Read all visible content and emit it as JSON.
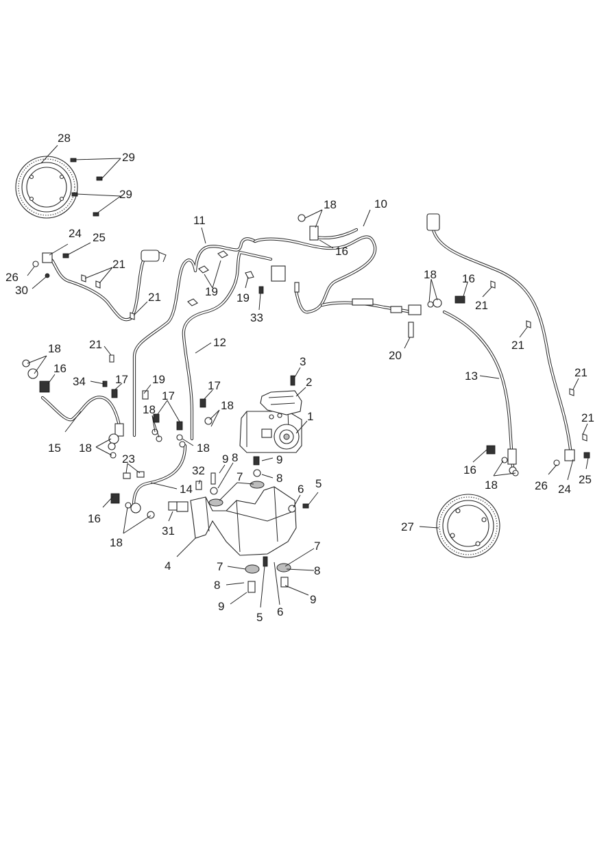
{
  "diagram": {
    "callouts": [
      {
        "id": "c28",
        "text": "28"
      },
      {
        "id": "c29a",
        "text": "29"
      },
      {
        "id": "c29b",
        "text": "29"
      },
      {
        "id": "c24a",
        "text": "24"
      },
      {
        "id": "c25a",
        "text": "25"
      },
      {
        "id": "c26a",
        "text": "26"
      },
      {
        "id": "c30",
        "text": "30"
      },
      {
        "id": "c21a",
        "text": "21"
      },
      {
        "id": "c21b",
        "text": "21"
      },
      {
        "id": "c11",
        "text": "11"
      },
      {
        "id": "c19a",
        "text": "19"
      },
      {
        "id": "c19b",
        "text": "19"
      },
      {
        "id": "c33",
        "text": "33"
      },
      {
        "id": "c18a",
        "text": "18"
      },
      {
        "id": "c10",
        "text": "10"
      },
      {
        "id": "c16a",
        "text": "16"
      },
      {
        "id": "c18b",
        "text": "18"
      },
      {
        "id": "c16b",
        "text": "16"
      },
      {
        "id": "c21c",
        "text": "21"
      },
      {
        "id": "c21d",
        "text": "21"
      },
      {
        "id": "c20",
        "text": "20"
      },
      {
        "id": "c12",
        "text": "12"
      },
      {
        "id": "c21e",
        "text": "21"
      },
      {
        "id": "c18c",
        "text": "18"
      },
      {
        "id": "c16c",
        "text": "16"
      },
      {
        "id": "c34",
        "text": "34"
      },
      {
        "id": "c17a",
        "text": "17"
      },
      {
        "id": "c19c",
        "text": "19"
      },
      {
        "id": "c17b",
        "text": "17"
      },
      {
        "id": "c17c",
        "text": "17"
      },
      {
        "id": "c18d",
        "text": "18"
      },
      {
        "id": "c18e",
        "text": "18"
      },
      {
        "id": "c3",
        "text": "3"
      },
      {
        "id": "c2",
        "text": "2"
      },
      {
        "id": "c1",
        "text": "1"
      },
      {
        "id": "c13",
        "text": "13"
      },
      {
        "id": "c21f",
        "text": "21"
      },
      {
        "id": "c21g",
        "text": "21"
      },
      {
        "id": "c15",
        "text": "15"
      },
      {
        "id": "c18f",
        "text": "18"
      },
      {
        "id": "c18g",
        "text": "18"
      },
      {
        "id": "c23",
        "text": "23"
      },
      {
        "id": "c9a",
        "text": "9"
      },
      {
        "id": "c8a",
        "text": "8"
      },
      {
        "id": "c9b",
        "text": "9"
      },
      {
        "id": "c8b",
        "text": "8"
      },
      {
        "id": "c32",
        "text": "32"
      },
      {
        "id": "c7a",
        "text": "7"
      },
      {
        "id": "c14",
        "text": "14"
      },
      {
        "id": "c6a",
        "text": "6"
      },
      {
        "id": "c5a",
        "text": "5"
      },
      {
        "id": "c16d",
        "text": "16"
      },
      {
        "id": "c18h",
        "text": "18"
      },
      {
        "id": "c26b",
        "text": "26"
      },
      {
        "id": "c24b",
        "text": "24"
      },
      {
        "id": "c25b",
        "text": "25"
      },
      {
        "id": "c16e",
        "text": "16"
      },
      {
        "id": "c31",
        "text": "31"
      },
      {
        "id": "c18i",
        "text": "18"
      },
      {
        "id": "c27",
        "text": "27"
      },
      {
        "id": "c4",
        "text": "4"
      },
      {
        "id": "c7b",
        "text": "7"
      },
      {
        "id": "c7c",
        "text": "7"
      },
      {
        "id": "c8c",
        "text": "8"
      },
      {
        "id": "c8d",
        "text": "8"
      },
      {
        "id": "c9c",
        "text": "9"
      },
      {
        "id": "c9d",
        "text": "9"
      },
      {
        "id": "c5b",
        "text": "5"
      },
      {
        "id": "c6b",
        "text": "6"
      }
    ]
  }
}
